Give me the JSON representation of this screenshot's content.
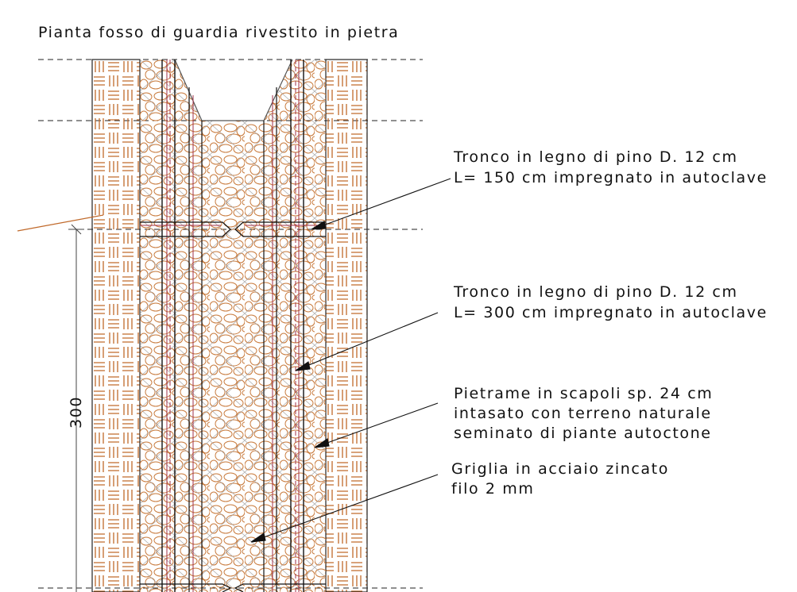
{
  "title": "Pianta fosso di guardia rivestito in pietra",
  "annotations": {
    "log_short": [
      "Tronco in legno di pino D. 12 cm",
      "L= 150 cm impregnato in autoclave"
    ],
    "log_long": [
      "Tronco in legno di pino D. 12 cm",
      "L= 300 cm impregnato in autoclave"
    ],
    "stone": [
      "Pietrame in scapoli sp. 24 cm",
      "intasato con terreno naturale",
      "seminato di piante autoctone"
    ],
    "grid": [
      "Griglia in acciaio zincato",
      "filo 2 mm"
    ]
  },
  "dimension": {
    "value": "300"
  },
  "colors": {
    "wood": "#c0692a",
    "stone": "#c87a3c",
    "mesh": "#9a9a9a",
    "pile": "#a0304a",
    "ink": "#111111"
  }
}
